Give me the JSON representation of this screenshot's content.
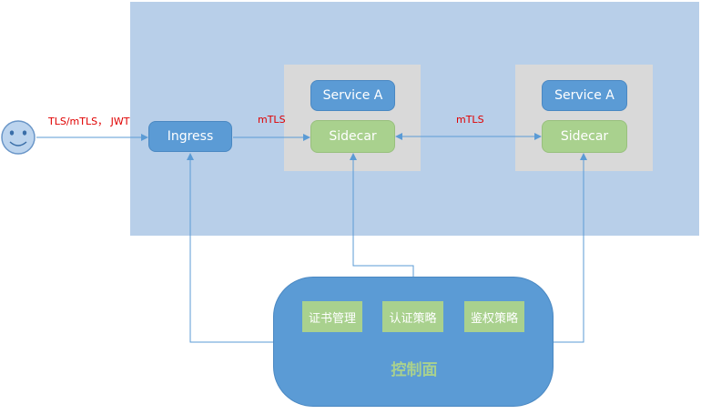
{
  "cluster": {
    "ingress_label": "Ingress",
    "pods": [
      {
        "service_label": "Service A",
        "sidecar_label": "Sidecar"
      },
      {
        "service_label": "Service A",
        "sidecar_label": "Sidecar"
      }
    ]
  },
  "edges": {
    "client_to_ingress": "TLS/mTLS， JWT",
    "ingress_to_sidecar": "mTLS",
    "sidecar_to_sidecar": "mTLS"
  },
  "control_plane": {
    "title": "控制面",
    "modules": [
      "证书管理",
      "认证策略",
      "鉴权策略"
    ]
  },
  "icons": {
    "client": "smiley-face-icon"
  },
  "colors": {
    "cluster_bg": "#b8cfe9",
    "pod_bg": "#d9d9d9",
    "blue_node": "#5b9bd5",
    "green_node": "#a9d18e",
    "protocol_label": "#e00000",
    "connector": "#5b9bd5"
  }
}
